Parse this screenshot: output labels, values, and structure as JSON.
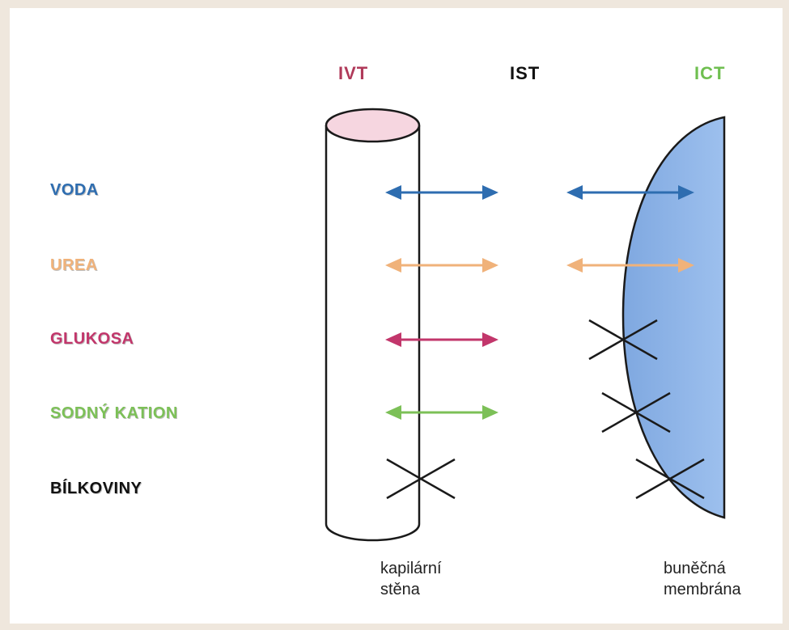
{
  "headers": {
    "ivt": {
      "text": "IVT",
      "color": "#b03a5a"
    },
    "ist": {
      "text": "IST",
      "color": "#111111"
    },
    "ict": {
      "text": "ICT",
      "color": "#6fbf50"
    }
  },
  "rows": [
    {
      "label": "VODA",
      "color": "#2e6db0",
      "capillary": "permeable",
      "membrane": "permeable"
    },
    {
      "label": "UREA",
      "color": "#f0b27a",
      "capillary": "permeable",
      "membrane": "permeable"
    },
    {
      "label": "GLUKOSA",
      "color": "#c2366b",
      "capillary": "permeable",
      "membrane": "blocked"
    },
    {
      "label": "SODNÝ KATION",
      "color": "#7cc057",
      "capillary": "permeable",
      "membrane": "blocked"
    },
    {
      "label": "BÍLKOVINY",
      "color": "#111111",
      "capillary": "blocked",
      "membrane": "blocked"
    }
  ],
  "captions": {
    "capillary_line1": "kapilární",
    "capillary_line2": "stěna",
    "membrane_line1": "buněčná",
    "membrane_line2": "membrána"
  },
  "colors": {
    "cell_fill": "#8fb4e6",
    "cylinder_top": "#f6d6e0"
  }
}
